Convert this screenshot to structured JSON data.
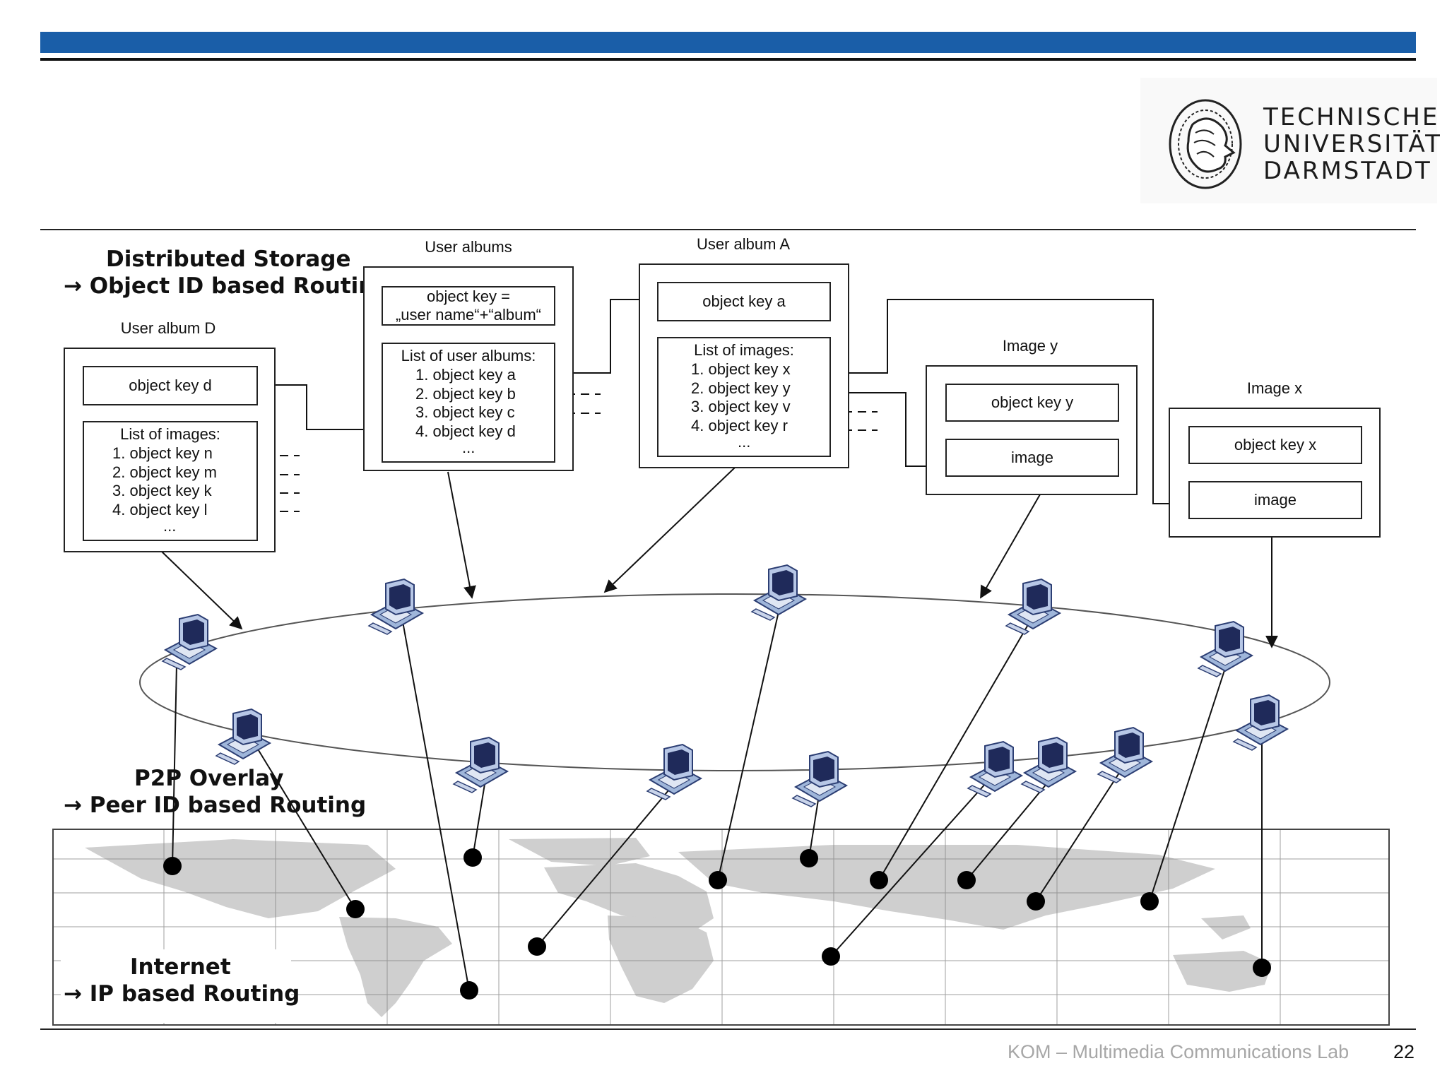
{
  "header": {
    "university_lines": [
      "TECHNISCHE",
      "UNIVERSITÄT",
      "DARMSTADT"
    ]
  },
  "layers": {
    "storage": {
      "title": "Distributed Storage",
      "subtitle": "→ Object ID based Routing"
    },
    "overlay": {
      "title": "P2P Overlay",
      "subtitle": "→ Peer ID based Routing"
    },
    "internet": {
      "title": "Internet",
      "subtitle": "→ IP based Routing"
    }
  },
  "objects": {
    "album_d": {
      "label": "User album D",
      "key": "object key d",
      "list_title": "List of images:",
      "items": [
        "1. object key n",
        "2. object key m",
        "3. object key k",
        "4. object key l"
      ],
      "more": "..."
    },
    "albums": {
      "label": "User albums",
      "key_line1": "object key =",
      "key_line2": "„user name“+“album“",
      "list_title": "List of user albums:",
      "items": [
        "1. object key a",
        "2. object key b",
        "3. object key c",
        "4. object key d"
      ],
      "more": "..."
    },
    "album_a": {
      "label": "User album A",
      "key": "object key a",
      "list_title": "List of images:",
      "items": [
        "1. object key x",
        "2. object key y",
        "3. object key v",
        "4. object key r"
      ],
      "more": "..."
    },
    "image_y": {
      "label": "Image y",
      "key": "object key y",
      "content": "image"
    },
    "image_x": {
      "label": "Image x",
      "key": "object key x",
      "content": "image"
    }
  },
  "footer": {
    "lab": "KOM – Multimedia Communications Lab",
    "page": "22"
  },
  "icons": [
    "university-seal-icon",
    "computer-icon",
    "world-map-icon"
  ],
  "colors": {
    "header_bar": "#1a5ea8",
    "footer_text": "#a7a7a7"
  }
}
